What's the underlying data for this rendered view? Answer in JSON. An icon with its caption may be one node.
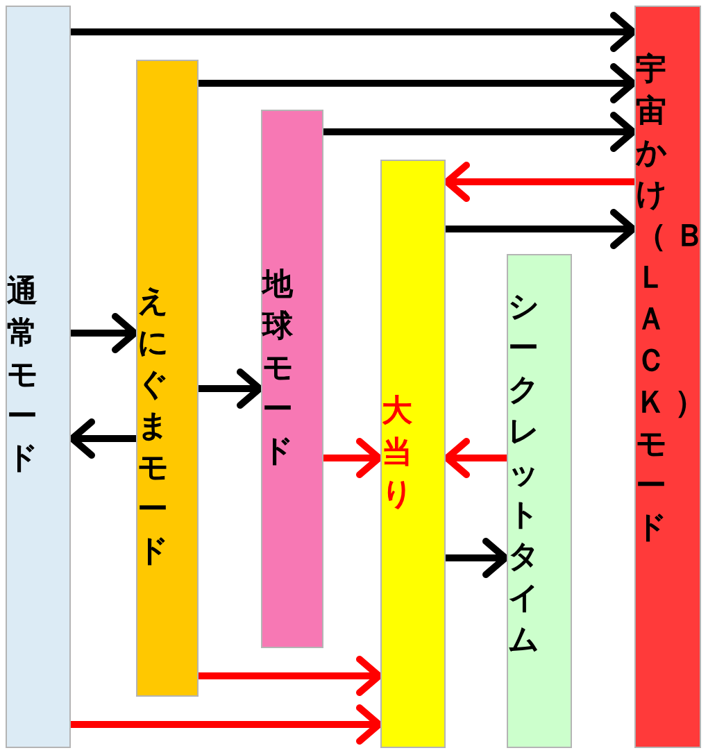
{
  "diagram": {
    "nodes": [
      {
        "text": [
          "通常モード"
        ]
      },
      {
        "text": [
          "えにぐまモード"
        ]
      },
      {
        "text": [
          "地球モード"
        ]
      },
      {
        "text": [
          "大当り"
        ]
      },
      {
        "text": [
          "シークレットタイム"
        ]
      },
      {
        "text": [
          "宇宙かけ（ＢＬＡＣＫ）モード"
        ]
      }
    ],
    "edges": [
      {
        "from": 0,
        "to": 5,
        "arrow": "to"
      },
      {
        "from": 1,
        "to": 5,
        "arrow": "to"
      },
      {
        "from": 2,
        "to": 5,
        "arrow": "to"
      },
      {
        "from": 5,
        "to": 3,
        "arrow": "to",
        "color": "#ff0000"
      },
      {
        "from": 3,
        "to": 5,
        "arrow": "to"
      },
      {
        "from": 0,
        "to": 1,
        "arrow": "to"
      },
      {
        "from": 1,
        "to": 2,
        "arrow": "to"
      },
      {
        "from": 1,
        "to": 0,
        "arrow": "to"
      },
      {
        "from": 2,
        "to": 3,
        "arrow": "to",
        "color": "#ff0000"
      },
      {
        "from": 4,
        "to": 3,
        "arrow": "to",
        "color": "#ff0000"
      },
      {
        "from": 3,
        "to": 4,
        "arrow": "to"
      },
      {
        "from": 1,
        "to": 3,
        "arrow": "to",
        "color": "#ff0000"
      },
      {
        "from": 0,
        "to": 3,
        "arrow": "to",
        "color": "#ff0000"
      }
    ]
  }
}
